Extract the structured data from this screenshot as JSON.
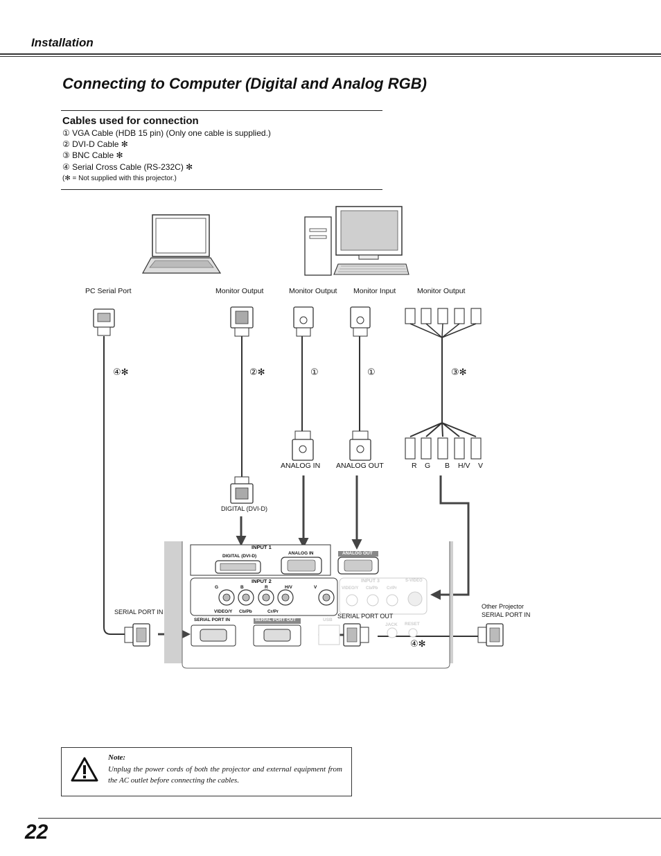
{
  "header": {
    "section": "Installation"
  },
  "title": "Connecting to Computer (Digital and Analog RGB)",
  "cables": {
    "heading": "Cables used for connection",
    "items": [
      "① VGA Cable (HDB 15 pin) (Only one cable is supplied.)",
      "② DVI-D Cable ✻",
      "③ BNC Cable ✻",
      "④ Serial Cross Cable (RS-232C) ✻"
    ],
    "note": "(✻ = Not supplied with this projector.)"
  },
  "diagram": {
    "top_labels": [
      "PC Serial Port",
      "Monitor Output",
      "Monitor Output",
      "Monitor Input",
      "Monitor Output"
    ],
    "cable_markers": [
      "④✻",
      "②✻",
      "①",
      "①",
      "③✻",
      "④✻"
    ],
    "mid_labels": [
      "ANALOG IN",
      "ANALOG OUT"
    ],
    "bnc_labels": [
      "R",
      "G",
      "B",
      "H/V",
      "V"
    ],
    "digital_label": "DIGITAL (DVI-D)",
    "serial_in_label": "SERIAL PORT IN",
    "serial_out_label": "SERIAL PORT OUT",
    "other_projector": [
      "Other Projector",
      "SERIAL PORT IN"
    ],
    "panel": {
      "input1": "INPUT 1",
      "digital": "DIGITAL (DVI-D)",
      "analog_in": "ANALOG IN",
      "analog_out": "ANALOG OUT",
      "input2": "INPUT 2",
      "bnc_top": [
        "G",
        "B",
        "R",
        "H/V",
        "V"
      ],
      "bnc_bottom": [
        "VIDEO/Y",
        "Cb/Pb",
        "Cr/Pr"
      ],
      "input3": "INPUT 3",
      "input3_sub": [
        "VIDEO/Y",
        "Cb/Pb",
        "Cr/Pr"
      ],
      "svideo": "S-VIDEO",
      "serial_in": "SERIAL PORT IN",
      "serial_out": "SERIAL PORT OUT",
      "usb": "USB",
      "jack": "JACK",
      "reset": "RESET"
    }
  },
  "note": {
    "heading": "Note:",
    "text": "Unplug the power cords of both the projector and external equipment from the AC outlet before connecting the cables."
  },
  "page_number": "22"
}
